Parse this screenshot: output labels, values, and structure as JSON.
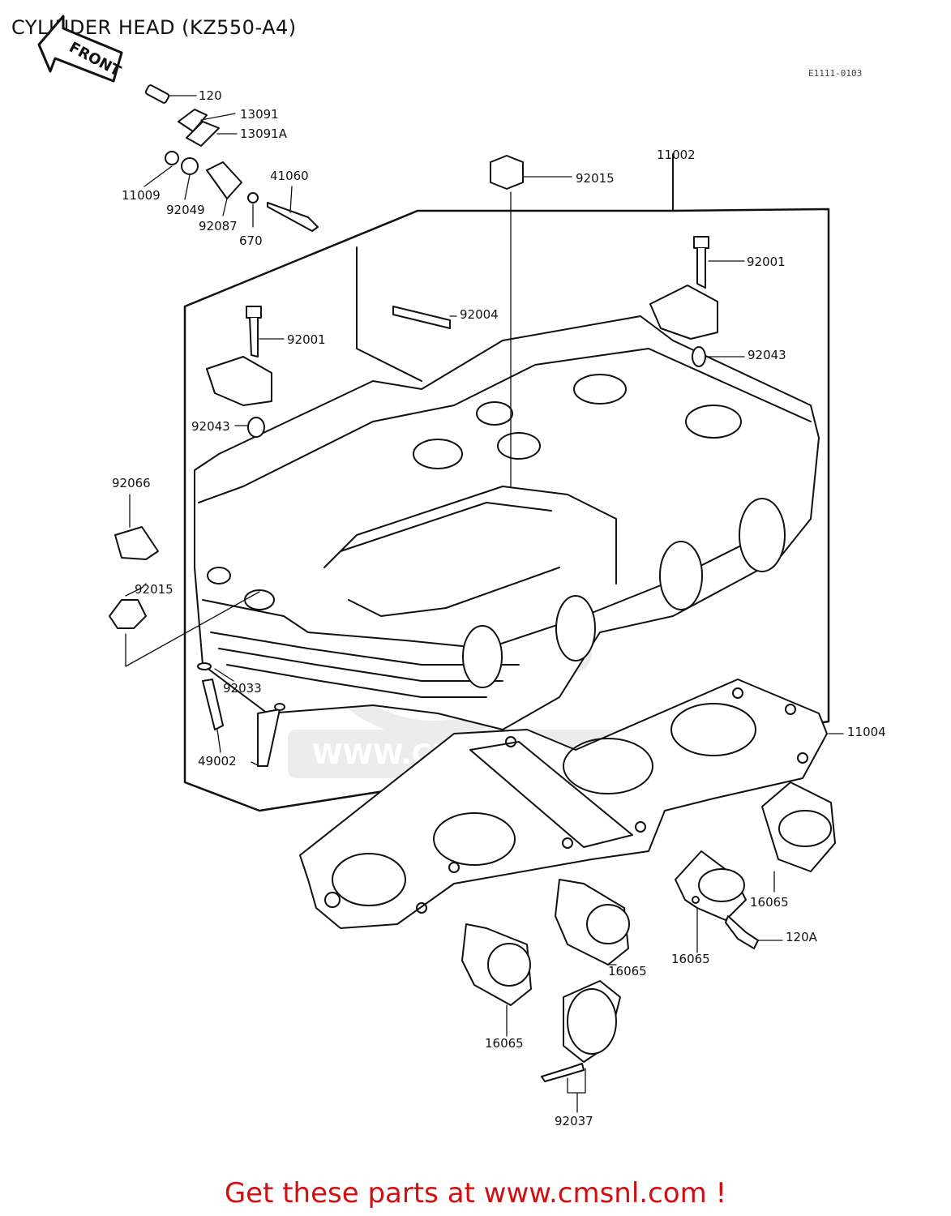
{
  "title": "CYLINDER HEAD (KZ550-A4)",
  "front_arrow_text": "FRONT",
  "diagram_ref": "E1111-0103",
  "watermark_text": "WWW.CMSNL.COM",
  "footer_text": "Get these parts at www.cmsnl.com !",
  "colors": {
    "footer": "#d01010",
    "lines": "#111111",
    "watermark": "#bdbdbd"
  },
  "parts": {
    "p120": "120",
    "p13091": "13091",
    "p13091A": "13091A",
    "p11009": "11009",
    "p92049": "92049",
    "p92087": "92087",
    "p670": "670",
    "p41060": "41060",
    "p92015_top": "92015",
    "p11002": "11002",
    "p92001_right": "92001",
    "p92004": "92004",
    "p92001_left": "92001",
    "p92043_right": "92043",
    "p92043_left": "92043",
    "p92066": "92066",
    "p92015_left": "92015",
    "p92033": "92033",
    "p49002": "49002",
    "p11004": "11004",
    "p16065_a": "16065",
    "p16065_b": "16065",
    "p16065_c": "16065",
    "p16065_d": "16065",
    "p120A": "120A",
    "p92037": "92037"
  }
}
